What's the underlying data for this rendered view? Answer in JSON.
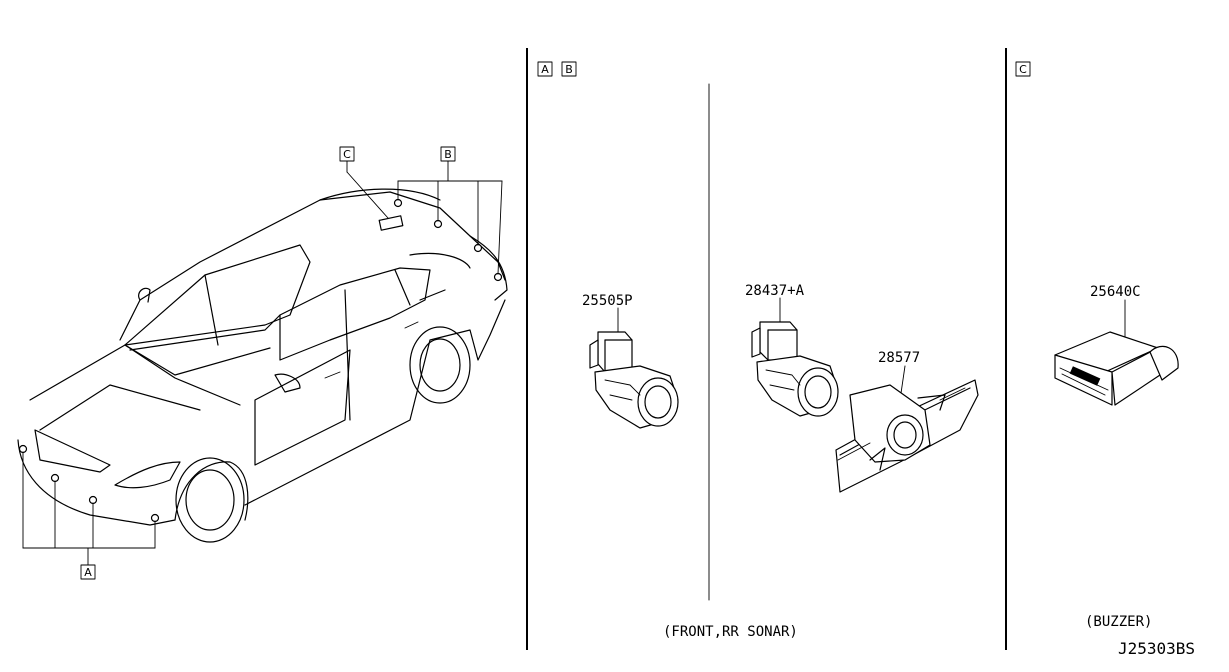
{
  "sections": {
    "left_panel": {
      "callouts": [
        "C",
        "B",
        "A"
      ]
    },
    "middle_panel": {
      "tags": [
        "A",
        "B"
      ],
      "parts": [
        {
          "number": "25505P"
        },
        {
          "number": "28437+A"
        },
        {
          "number": "28577"
        }
      ],
      "caption": "(FRONT,RR SONAR)"
    },
    "right_panel": {
      "tag": "C",
      "parts": [
        {
          "number": "25640C"
        }
      ],
      "caption": "(BUZZER)"
    }
  },
  "drawing_id": "J25303BS"
}
